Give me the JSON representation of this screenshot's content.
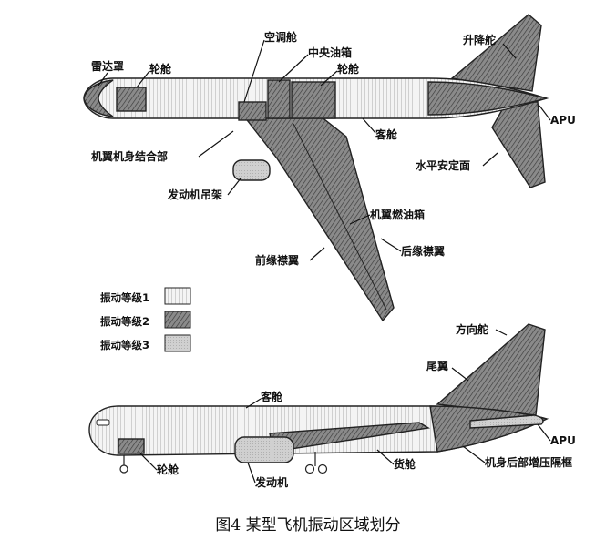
{
  "caption": "图4 某型飞机振动区域划分",
  "legend": {
    "level1": "振动等级1",
    "level2": "振动等级2",
    "level3": "振动等级3"
  },
  "top_view": {
    "radome": "雷达罩",
    "wheel_well_front": "轮舱",
    "ac_bay": "空调舱",
    "center_tank": "中央油箱",
    "wheel_well_main": "轮舱",
    "elevator": "升降舵",
    "apu": "APU",
    "cabin": "客舱",
    "wing_body_junction": "机翼机身结合部",
    "horizontal_stabilizer": "水平安定面",
    "engine_pylon": "发动机吊架",
    "wing_fuel_tank": "机翼燃油箱",
    "leading_edge_flap": "前缘襟翼",
    "trailing_edge_flap": "后缘襟翼"
  },
  "side_view": {
    "rudder": "方向舵",
    "tail": "尾翼",
    "cabin": "客舱",
    "apu": "APU",
    "wheel_well": "轮舱",
    "engine": "发动机",
    "cargo_hold": "货舱",
    "aft_pressure_bulkhead": "机身后部增压隔框"
  },
  "colors": {
    "level1": "#f2f2f2",
    "level2": "#6e6e6e",
    "level3": "#cfcfcf",
    "line": "#222222"
  }
}
